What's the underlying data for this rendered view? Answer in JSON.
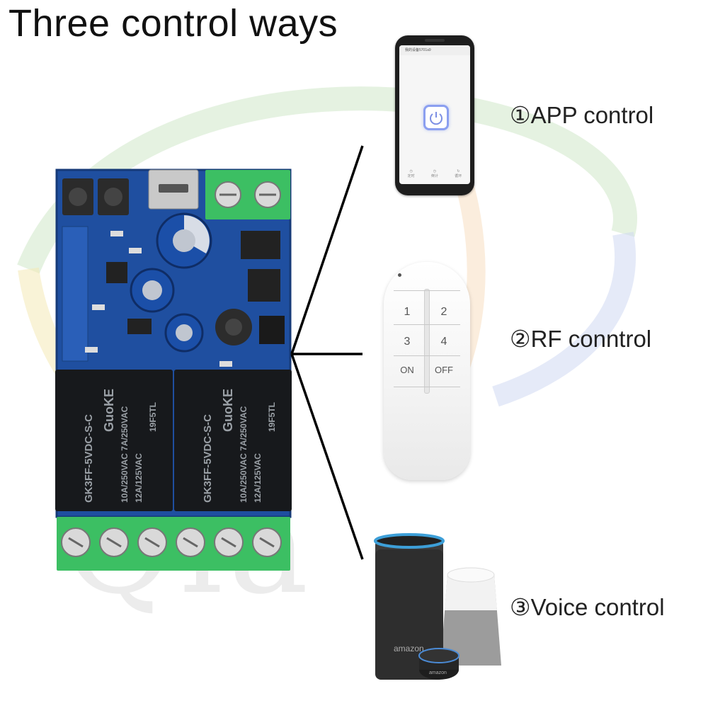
{
  "headline": "Three control ways",
  "methods": [
    {
      "label": "①APP control",
      "icon": "smartphone-app-icon"
    },
    {
      "label": "②RF conntrol",
      "icon": "rf-remote-icon"
    },
    {
      "label": "③Voice control",
      "icon": "smart-speaker-icon"
    }
  ],
  "phone": {
    "title_bar": "我的设备5701a9",
    "tabs": [
      "定时",
      "倒计",
      "循环"
    ]
  },
  "remote": {
    "keys": [
      "1",
      "2",
      "3",
      "4",
      "ON",
      "OFF"
    ]
  },
  "speakers": {
    "brand_large": "amazon",
    "brand_small": "amazon"
  },
  "board": {
    "relay_brand": "GuoKE",
    "relay_model": "GK3FF-5VDC-S-C",
    "relay_rating_1": "10A/250VAC 7A/250VAC",
    "relay_rating_2": "12A/125VAC",
    "relay_code": "19F5TL"
  },
  "colors": {
    "board": "#1f4fa0",
    "terminal": "#3cbf63",
    "relay": "#17191c"
  }
}
